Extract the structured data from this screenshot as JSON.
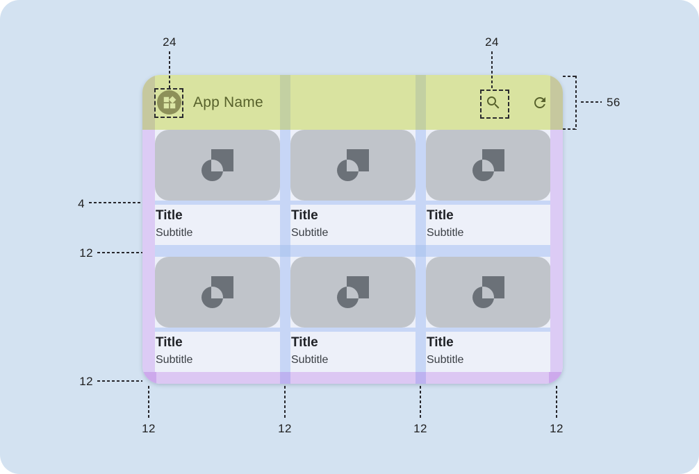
{
  "app_bar": {
    "title": "App Name",
    "nav_icon": "widgets-avatar-icon",
    "search_icon": "search-icon",
    "refresh_icon": "refresh-icon"
  },
  "cards": [
    {
      "title": "Title",
      "subtitle": "Subtitle",
      "image_icon": "image-placeholder-icon"
    },
    {
      "title": "Title",
      "subtitle": "Subtitle",
      "image_icon": "image-placeholder-icon"
    },
    {
      "title": "Title",
      "subtitle": "Subtitle",
      "image_icon": "image-placeholder-icon"
    },
    {
      "title": "Title",
      "subtitle": "Subtitle",
      "image_icon": "image-placeholder-icon"
    },
    {
      "title": "Title",
      "subtitle": "Subtitle",
      "image_icon": "image-placeholder-icon"
    },
    {
      "title": "Title",
      "subtitle": "Subtitle",
      "image_icon": "image-placeholder-icon"
    }
  ],
  "annotations": {
    "nav_icon_size": "24",
    "action_icon_size": "24",
    "app_bar_height": "56",
    "image_text_gap": "4",
    "row_gap": "12",
    "bottom_margin": "12",
    "bottom_spacings": [
      {
        "label": "12"
      },
      {
        "label": "12"
      },
      {
        "label": "12"
      },
      {
        "label": "12"
      }
    ]
  },
  "colors": {
    "canvas_bg": "#D3E2F1",
    "app_bar_bg": "#D9E3A0",
    "app_bar_fg": "#57612B",
    "margin_overlay": "#DCCBF5",
    "gutter_overlay": "#C7D6F6",
    "margin_over_appbar": "#C6C89E",
    "gutter_over_appbar": "#C3D0A2",
    "band_gutter_overlap": "#B4CAF1",
    "gutter_bottom_overlap": "#BDB2F0",
    "corner_overlap": "#CDA9EC",
    "surface": "#EDF0F9",
    "image_placeholder": "#C0C4CA",
    "image_icon": "#6B7178",
    "title_color": "#1F2126",
    "subtitle_color": "#3A3E44",
    "annotation_color": "#1E1E1E"
  }
}
